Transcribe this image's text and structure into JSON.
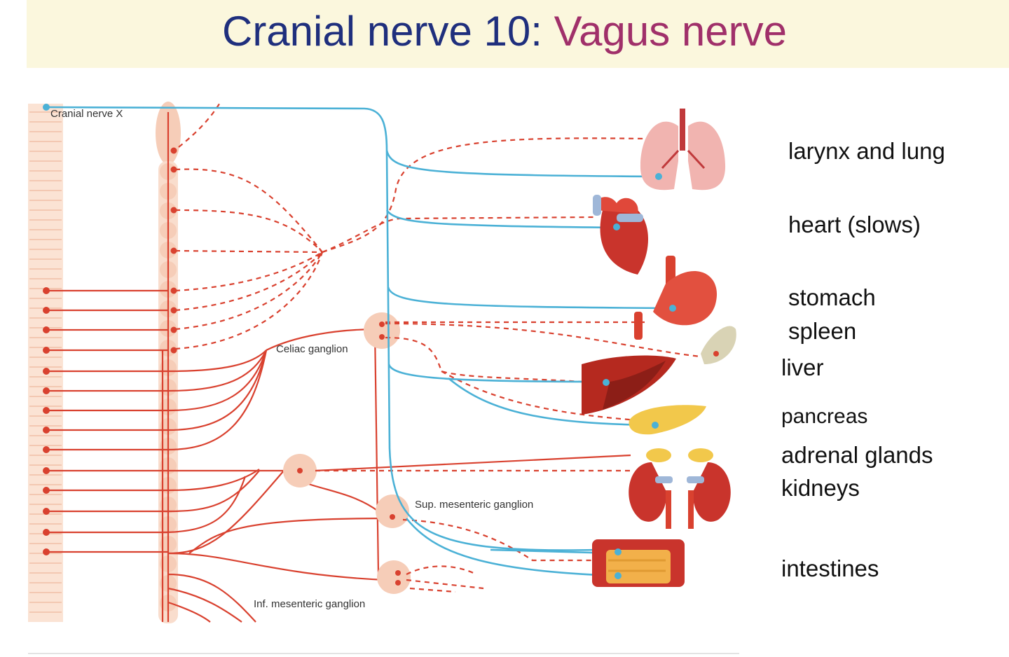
{
  "title": {
    "main": "Cranial nerve 10: ",
    "accent": "Vagus nerve"
  },
  "labels": {
    "cranial_nerve": "Cranial nerve X",
    "celiac_ganglion": "Celiac ganglion",
    "sup_mesenteric_ganglion": "Sup. mesenteric ganglion",
    "inf_mesenteric_ganglion": "Inf. mesenteric ganglion"
  },
  "organs": [
    {
      "name": "larynx and lung"
    },
    {
      "name": "heart (slows)"
    },
    {
      "name": "stomach"
    },
    {
      "name": "spleen"
    },
    {
      "name": "liver"
    },
    {
      "name": "pancreas"
    },
    {
      "name": "adrenal glands"
    },
    {
      "name": "kidneys"
    },
    {
      "name": "intestines"
    }
  ],
  "colors": {
    "sympathetic": "#d9412f",
    "vagus": "#4bb1d6",
    "title_main": "#1f2f7d",
    "title_accent": "#a0306a",
    "title_background": "#fbf7dd"
  }
}
